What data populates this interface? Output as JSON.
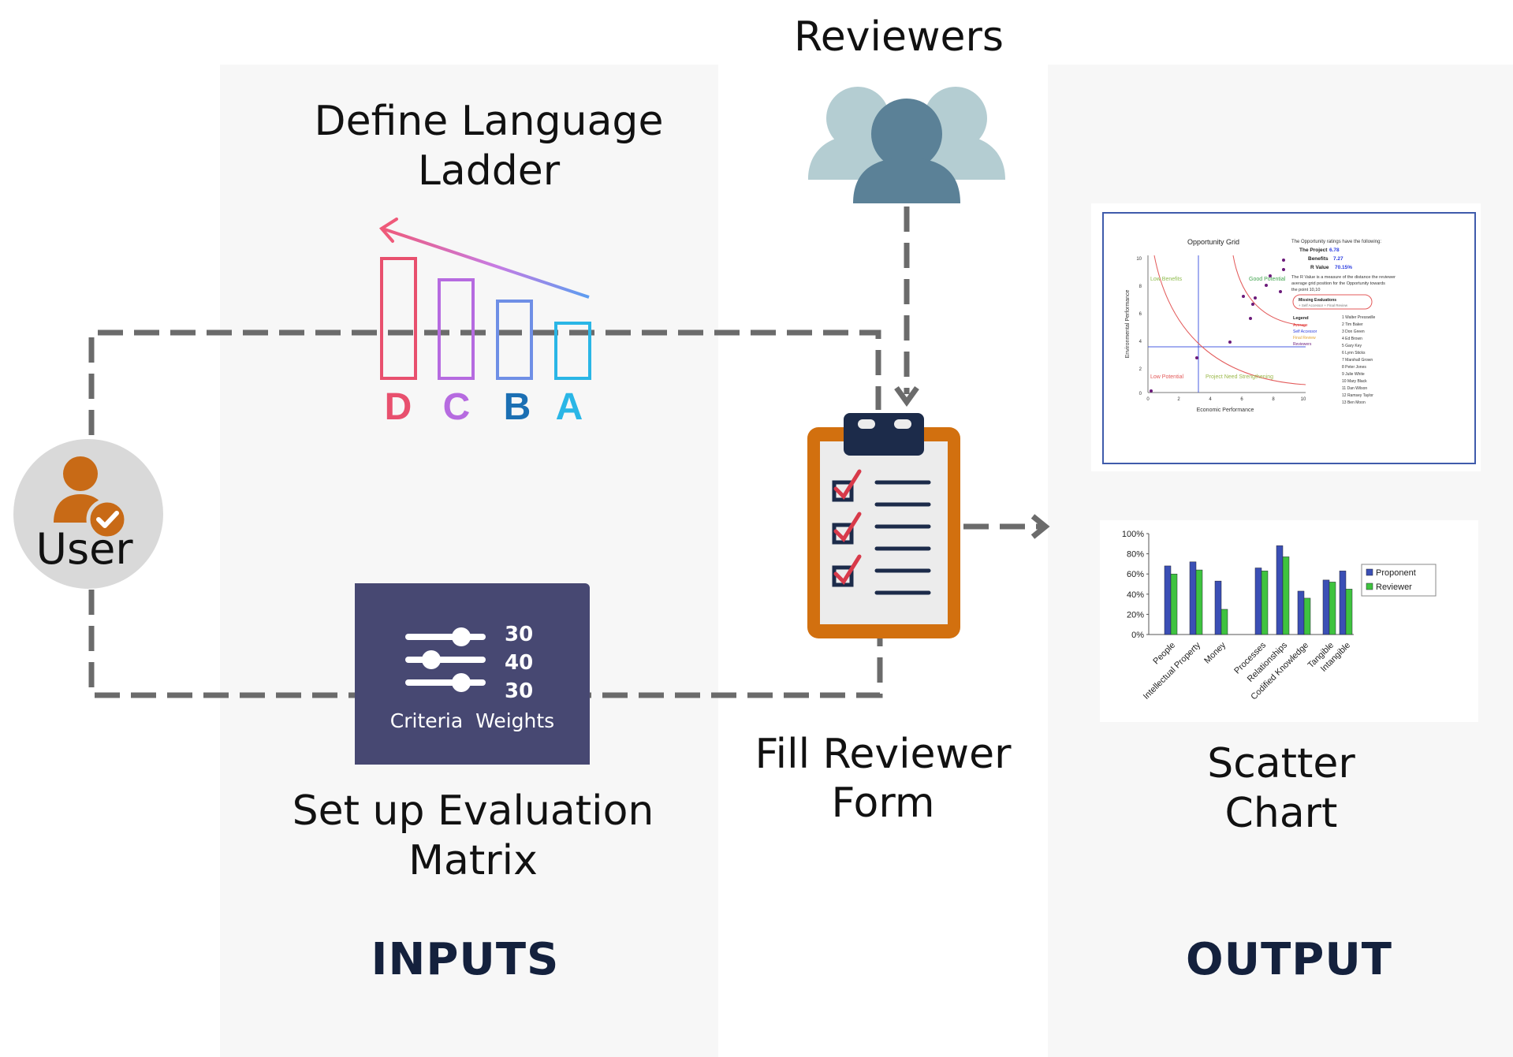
{
  "labels": {
    "reviewers": "Reviewers",
    "ladder_line1": "Define Language",
    "ladder_line2": "Ladder",
    "user": "User",
    "fill_line1": "Fill Reviewer",
    "fill_line2": "Form",
    "matrix_line1": "Set up Evaluation",
    "matrix_line2": "Matrix",
    "scatter_line1": "Scatter",
    "scatter_line2": "Chart",
    "inputs": "INPUTS",
    "output": "OUTPUT"
  },
  "ladder": {
    "grades": [
      "D",
      "C",
      "B",
      "A"
    ],
    "colors": [
      "#e8506e",
      "#b66be0",
      "#1b6fb3",
      "#2ab6e6"
    ]
  },
  "weights": {
    "values": [
      "30",
      "40",
      "30"
    ],
    "caption": "Criteria  Weights"
  },
  "icons": {
    "user": "user-check-icon",
    "reviewers": "people-group-icon",
    "form": "clipboard-checklist-icon",
    "sliders": "sliders-icon"
  },
  "opportunity_grid": {
    "title": "Opportunity Grid",
    "xlabel": "Economic Performance",
    "ylabel": "Environmental Performance",
    "quadrants": [
      "Low Benefits",
      "Good Potential",
      "Low Potential",
      "Project Need Strengthening"
    ],
    "info_line1": "The Opportunity ratings have the following:",
    "the_project_label": "The Project",
    "the_project_value": "6.78",
    "benefits_label": "Benefits",
    "benefits_value": "7.27",
    "rvalue_label": "R Value",
    "rvalue_value": "70.15%",
    "info_line2": "The R Value is a measure of the distance the reviewer",
    "info_line3": "average grid position for the Opportunity towards",
    "info_line4": "the point 10,10",
    "missing_title": "Missing Evaluations",
    "missing_items": "+ Self Accessor   + Final Review",
    "legend_title": "Legend",
    "legend_items": [
      "Average",
      "Self Accessor",
      "Final Review",
      "Reviewers"
    ],
    "reviewers": [
      "1  Walter Presswille",
      "2  Tim Baker",
      "3  Don Green",
      "4  Ed Brown",
      "5  Gary Key",
      "6  Lynn Sticks",
      "7  Marshall Grown",
      "8  Peter Jones",
      "9  Julie White",
      "10  Mary Black",
      "11  Dan Wilson",
      "12  Ramsey Taylor",
      "13  Ben Moon"
    ]
  },
  "chart_data": {
    "type": "bar",
    "categories": [
      "People",
      "Intellectual Property",
      "Money",
      "Processes",
      "Relationships",
      "Codified Knowledge",
      "Tangible",
      "Intangible"
    ],
    "series": [
      {
        "name": "Proponent",
        "values": [
          68,
          72,
          53,
          66,
          88,
          43,
          54,
          63
        ]
      },
      {
        "name": "Reviewer",
        "values": [
          60,
          64,
          25,
          63,
          77,
          36,
          52,
          45
        ]
      }
    ],
    "yticks": [
      "100%",
      "80%",
      "60%",
      "40%",
      "20%",
      "0%"
    ],
    "ylim": [
      0,
      100
    ],
    "legend": "right",
    "colors": [
      "#3b4fb5",
      "#3fc33f"
    ]
  }
}
